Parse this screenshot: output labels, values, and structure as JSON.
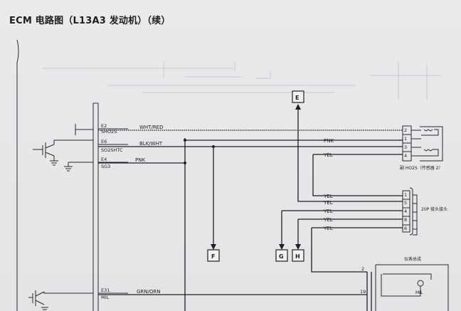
{
  "title": "ECM 电路图（L13A3 发动机）（续）",
  "ecm_terminals": [
    {
      "pin": "E2",
      "signal": "SHO2S",
      "wire": "WHT/RED"
    },
    {
      "pin": "E6",
      "signal": "SO2SHTC",
      "wire": "BLK/WHT"
    },
    {
      "pin": "E4",
      "signal": "SG3",
      "wire": "PNK"
    },
    {
      "pin": "E31",
      "signal": "MIL",
      "wire": "GRN/ORN"
    }
  ],
  "sensor": {
    "label": "副 HO2S（传感器 2）",
    "pins": [
      "2",
      "1",
      "3",
      "4"
    ],
    "wires": [
      "PNK",
      "YEL"
    ]
  },
  "connector_20p": {
    "label": "20P 接头接头",
    "pins": [
      "1",
      "5",
      "4",
      "8",
      "6"
    ],
    "wires": [
      "YEL",
      "YEL",
      "YEL",
      "YEL",
      "YEL"
    ]
  },
  "instrument": {
    "label": "仪表总成",
    "pins": [
      "2",
      "19"
    ],
    "lamp": "MIL"
  },
  "off_page_boxes": [
    "E",
    "F",
    "G",
    "H"
  ]
}
